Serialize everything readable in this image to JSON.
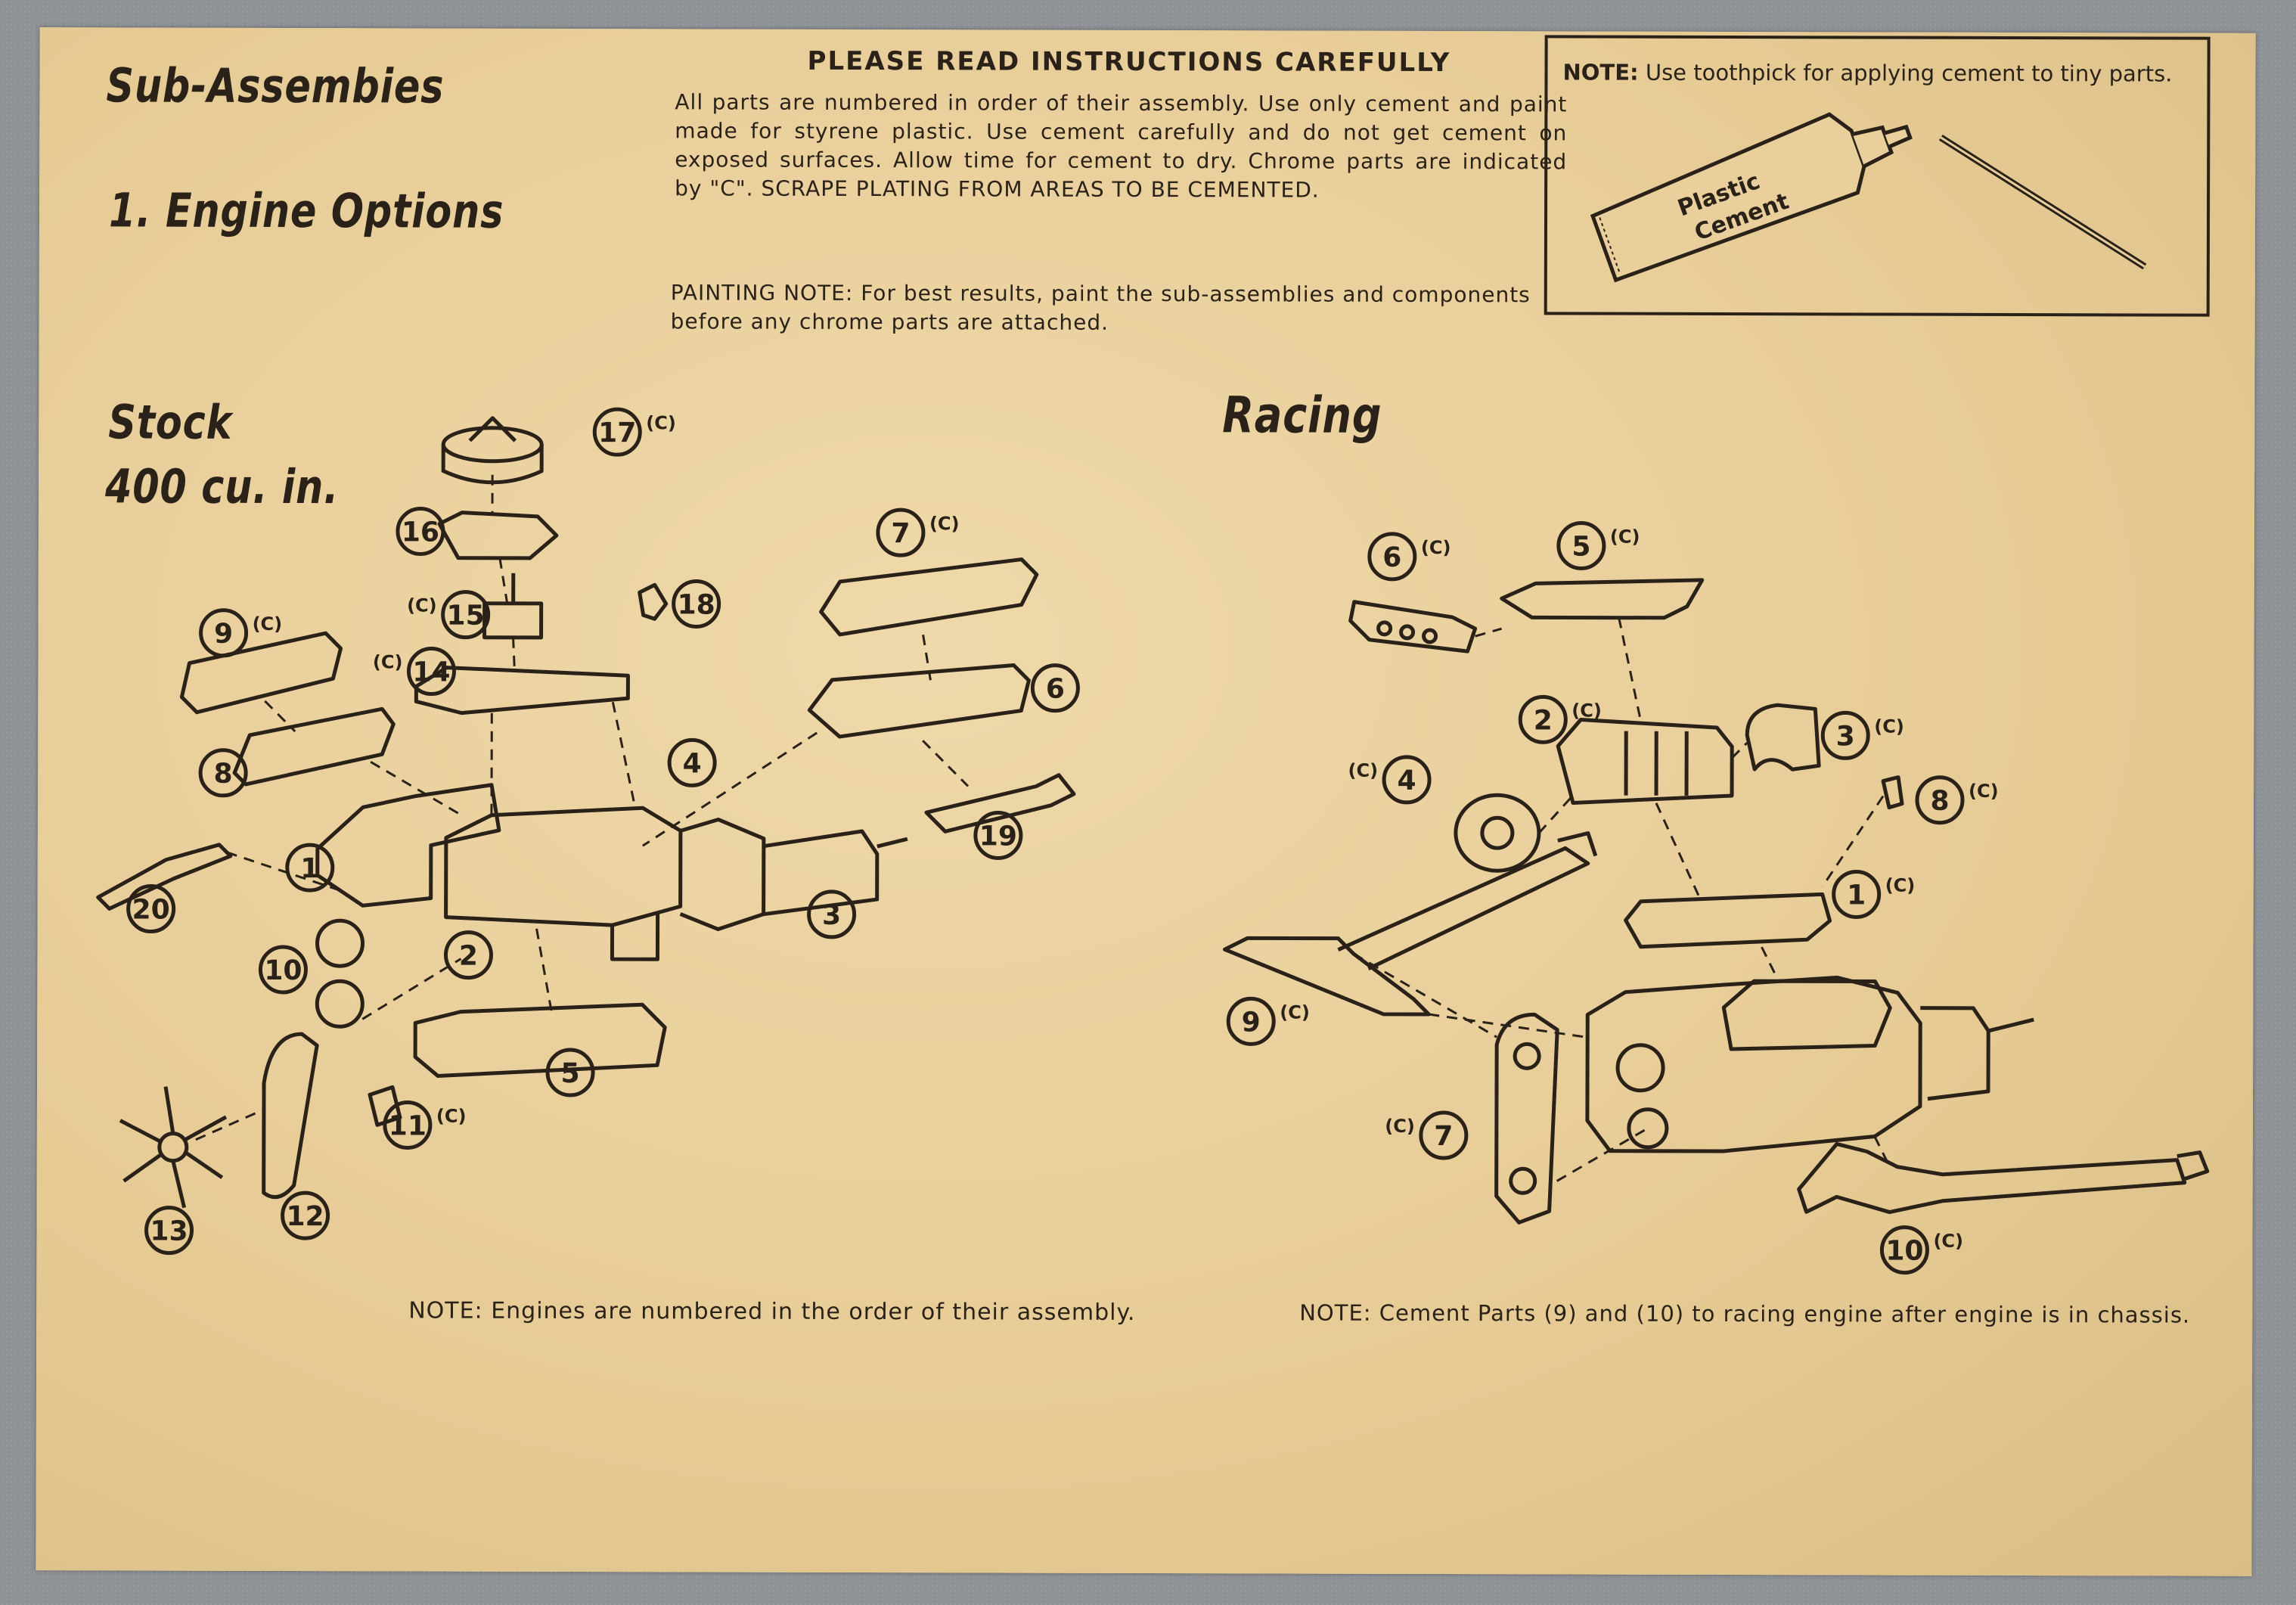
{
  "header": {
    "title": "Sub-Assembies",
    "section": "1. Engine Options"
  },
  "instructions": {
    "heading": "PLEASE READ INSTRUCTIONS CAREFULLY",
    "body": "All parts are numbered in order of their assembly. Use only cement and paint made for styrene plastic. Use cement carefully and do not get cement on exposed surfaces. Allow time for cement to dry. Chrome parts are indicated by \"C\". SCRAPE PLATING FROM AREAS TO BE CEMENTED.",
    "painting_note": "PAINTING NOTE: For best results, paint the sub-assemblies and components before any chrome parts are attached."
  },
  "note_box": {
    "label": "NOTE:",
    "text": "Use toothpick for applying cement to tiny parts.",
    "tube_label_1": "Plastic",
    "tube_label_2": "Cement"
  },
  "stock": {
    "title_line1": "Stock",
    "title_line2": "400 cu. in.",
    "parts": [
      {
        "n": "1",
        "chrome": false
      },
      {
        "n": "2",
        "chrome": false
      },
      {
        "n": "3",
        "chrome": false
      },
      {
        "n": "4",
        "chrome": false
      },
      {
        "n": "5",
        "chrome": false
      },
      {
        "n": "6",
        "chrome": false
      },
      {
        "n": "7",
        "chrome": true
      },
      {
        "n": "8",
        "chrome": false
      },
      {
        "n": "9",
        "chrome": true
      },
      {
        "n": "10",
        "chrome": false
      },
      {
        "n": "11",
        "chrome": true
      },
      {
        "n": "12",
        "chrome": false
      },
      {
        "n": "13",
        "chrome": false
      },
      {
        "n": "14",
        "chrome": true
      },
      {
        "n": "15",
        "chrome": true
      },
      {
        "n": "16",
        "chrome": false
      },
      {
        "n": "17",
        "chrome": true
      },
      {
        "n": "18",
        "chrome": false
      },
      {
        "n": "19",
        "chrome": false
      },
      {
        "n": "20",
        "chrome": false
      }
    ],
    "footnote": "NOTE: Engines are numbered in the order of their assembly."
  },
  "racing": {
    "title": "Racing",
    "parts": [
      {
        "n": "1",
        "chrome": true
      },
      {
        "n": "2",
        "chrome": true
      },
      {
        "n": "3",
        "chrome": true
      },
      {
        "n": "4",
        "chrome": true
      },
      {
        "n": "5",
        "chrome": true
      },
      {
        "n": "6",
        "chrome": true
      },
      {
        "n": "7",
        "chrome": true
      },
      {
        "n": "8",
        "chrome": true
      },
      {
        "n": "9",
        "chrome": true
      },
      {
        "n": "10",
        "chrome": true
      }
    ],
    "footnote": "NOTE: Cement Parts (9) and (10) to racing engine after engine is in chassis."
  },
  "chrome_mark": "(C)"
}
